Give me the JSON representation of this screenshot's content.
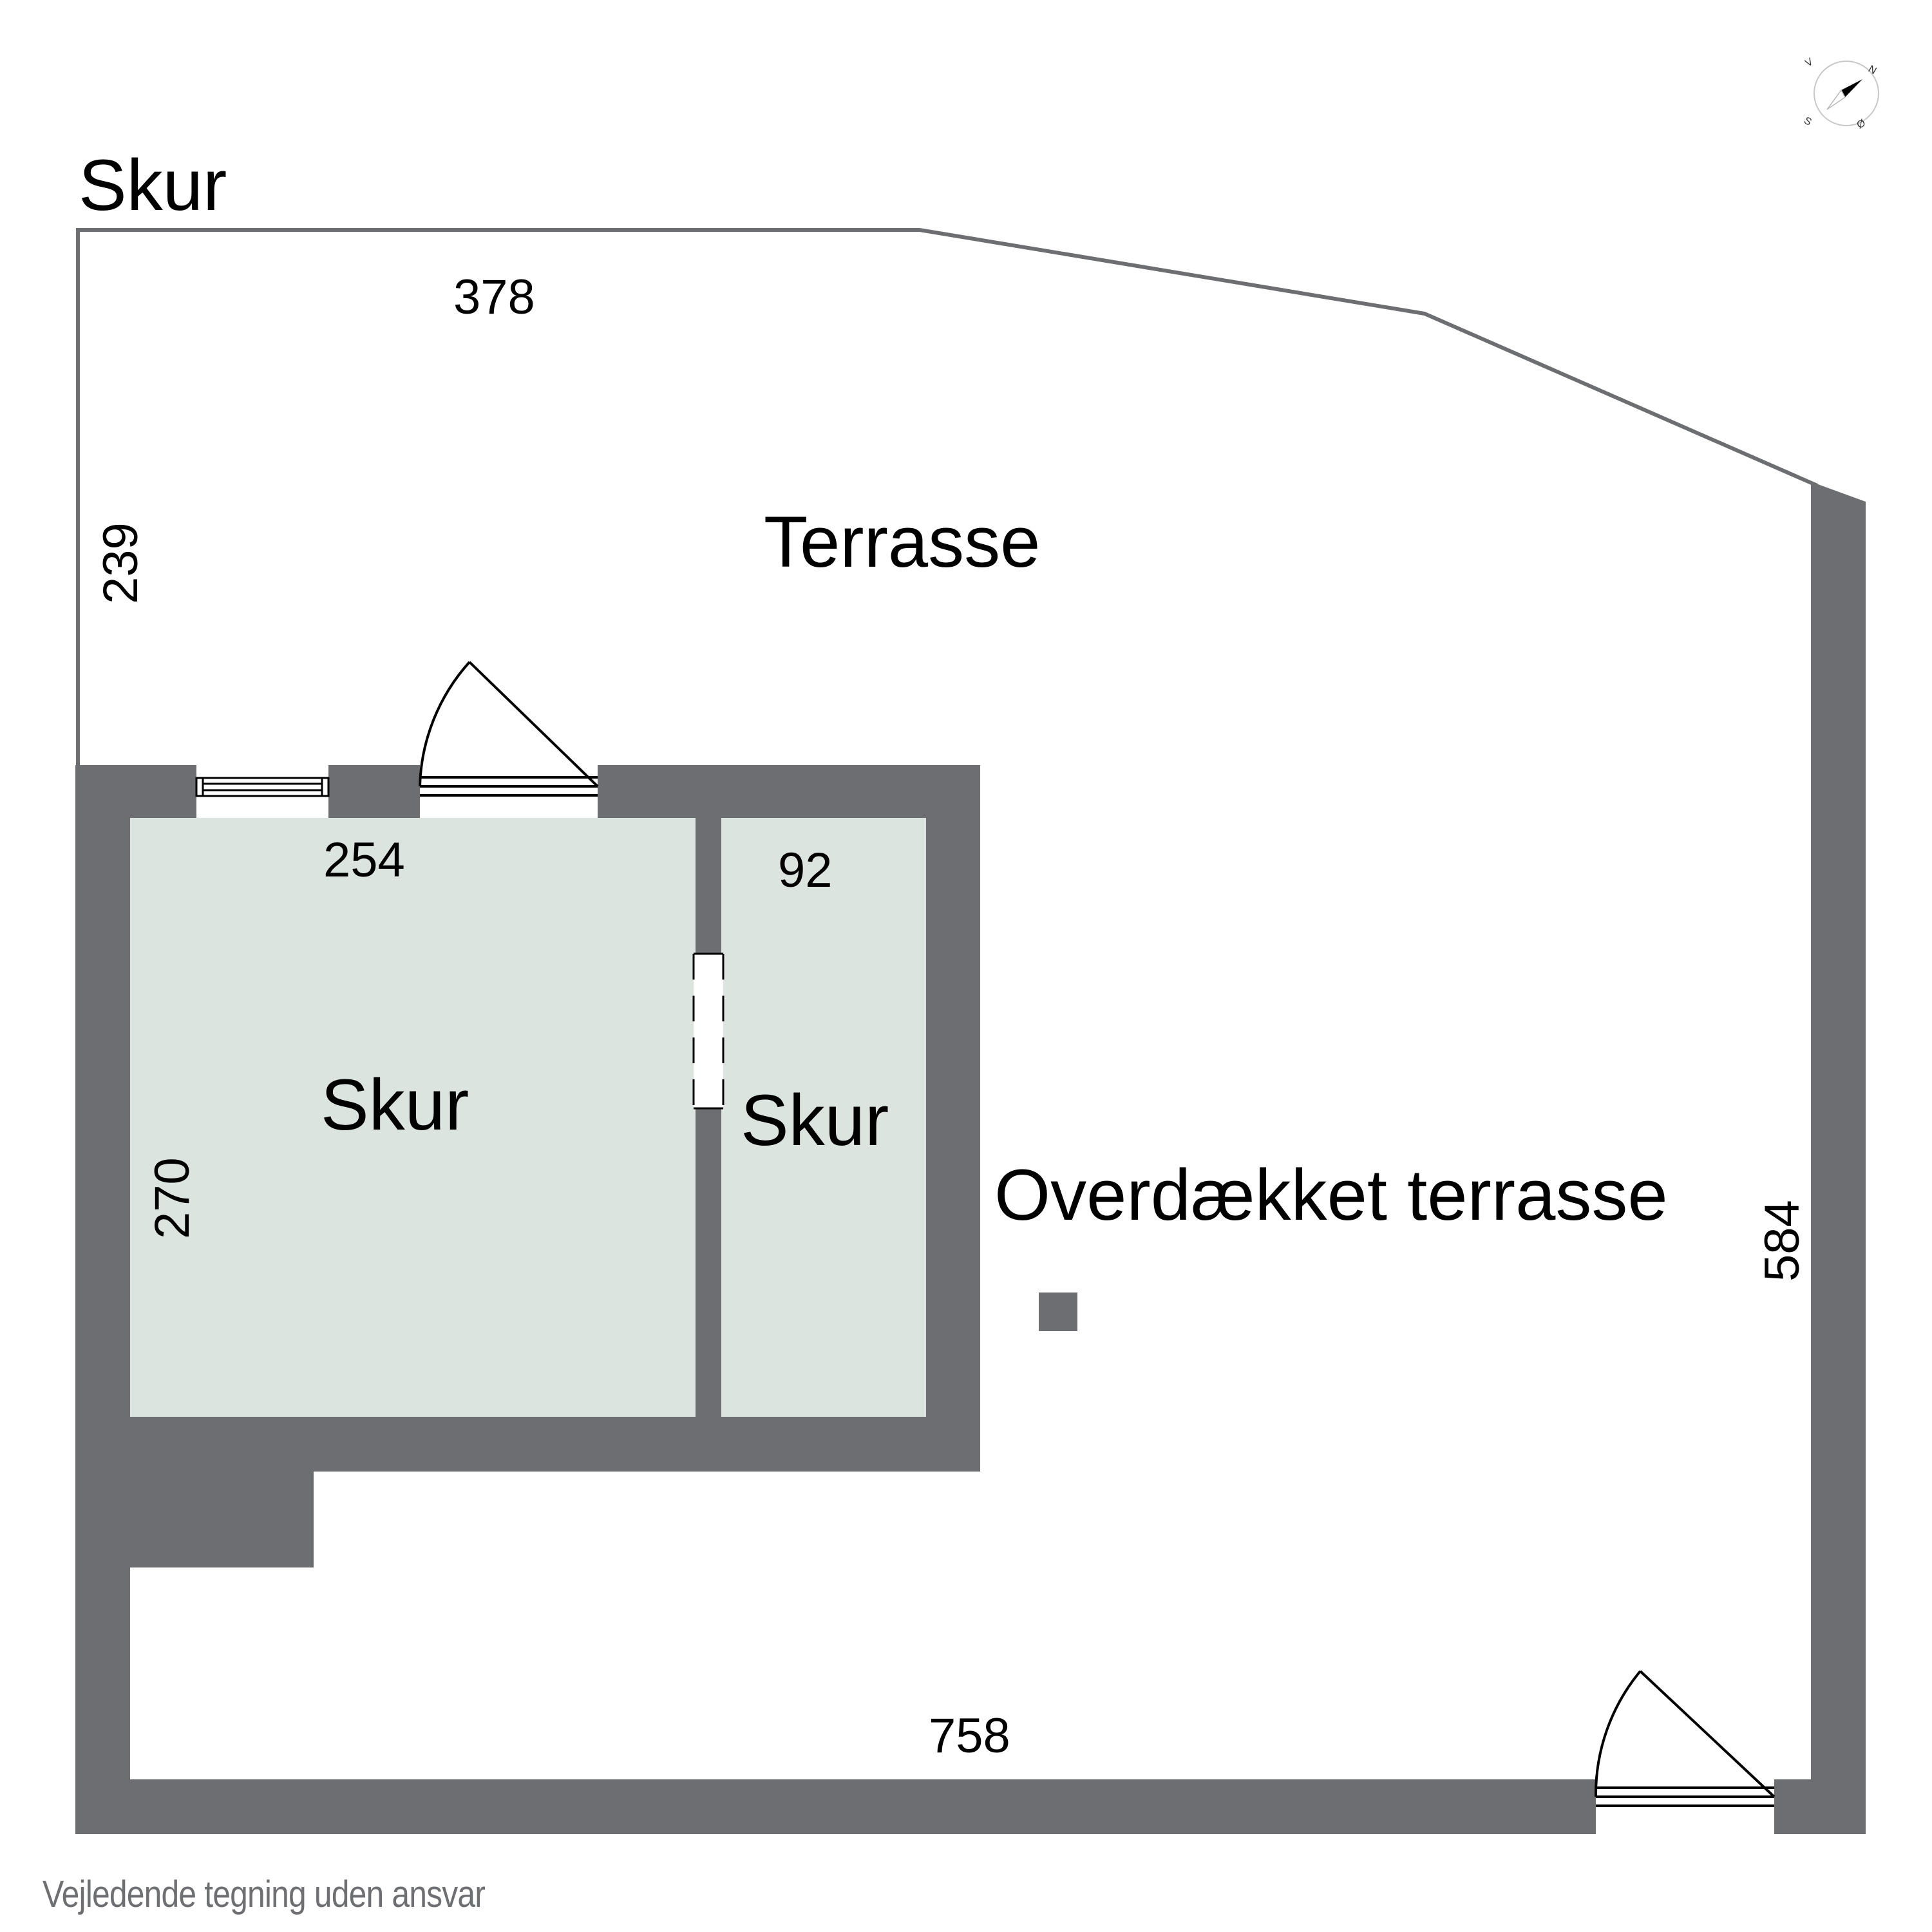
{
  "colors": {
    "wall": "#6d6e72",
    "room_fill": "#dbe4df",
    "outline": "#6d6e72",
    "text": "#000000",
    "footer_text": "#6e6f73"
  },
  "labels": {
    "top_left_title": "Skur",
    "terrace": "Terrasse",
    "shed_large": "Skur",
    "shed_small": "Skur",
    "covered_terrace": "Overdækket terrasse"
  },
  "dimensions": {
    "terrace_top": "378",
    "terrace_left": "239",
    "shed_large_width": "254",
    "shed_small_width": "92",
    "shed_large_height": "270",
    "covered_right": "584",
    "covered_bottom": "758"
  },
  "compass": {
    "north": "N",
    "south": "S",
    "east": "Ø",
    "west": "V",
    "icon": "compass-icon"
  },
  "footer": {
    "disclaimer": "Vejledende tegning uden ansvar"
  }
}
